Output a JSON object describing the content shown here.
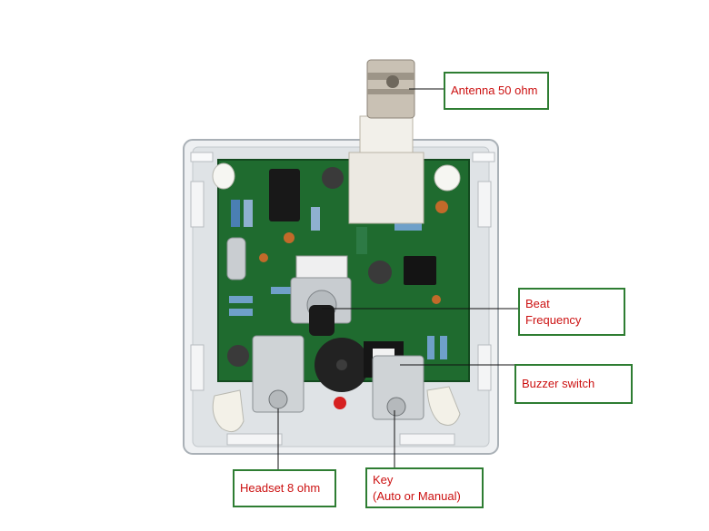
{
  "photo": {
    "subject": "transceiver-kit-in-clear-acrylic-case",
    "colors": {
      "pcb": "#1f6b2f",
      "acrylic": "#e6e9ec",
      "acrylic_edge": "#a9b0b6",
      "bnc_connector": "#c9c1b4",
      "connector_body": "#ece9e2",
      "knob": "#1a1a1a",
      "buzzer": "#222222",
      "led": "#d62020",
      "label_text": "#cc1111",
      "label_border": "#2e7d32"
    }
  },
  "labels": {
    "antenna": "Antenna 50 ohm",
    "beat_line1": "Beat",
    "beat_line2": "Frequency",
    "buzzer": "Buzzer switch",
    "headset": "Headset 8 ohm",
    "key_line1": "Key",
    "key_line2": "(Auto or Manual)"
  }
}
